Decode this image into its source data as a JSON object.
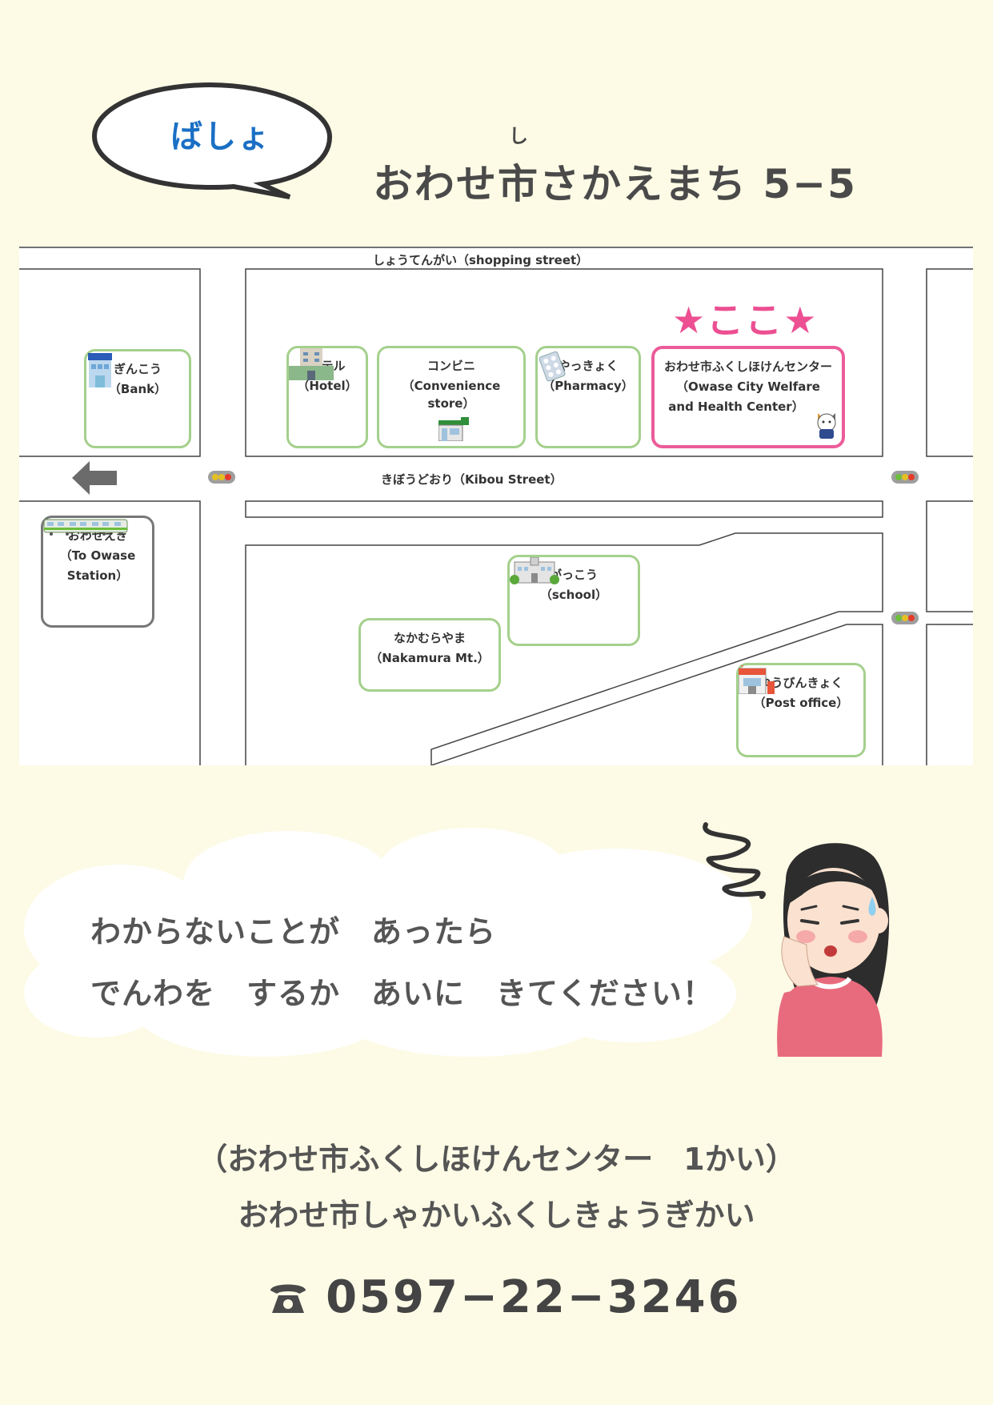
{
  "header": {
    "bubble_label": "ばしょ",
    "ruby": "し",
    "address": "おわせ市さかえまち 5−5"
  },
  "map": {
    "roads": {
      "shopping_street": "しょうてんがい（shopping street）",
      "kibou_street": "きぼうどおり（Kibou Street）"
    },
    "here_label": "★ここ★",
    "places": {
      "bank": {
        "jp": "ぎんこう",
        "en": "（Bank）"
      },
      "hotel": {
        "jp": "ホテル",
        "en": "（Hotel）"
      },
      "convenience": {
        "jp": "コンビニ",
        "en1": "（Convenience",
        "en2": "store）"
      },
      "pharmacy": {
        "jp": "やっきょく",
        "en": "（Pharmacy）"
      },
      "center": {
        "jp": "おわせ市ふくしほけんセンター",
        "en1": "（Owase City Welfare",
        "en2": "and Health Center）"
      },
      "station": {
        "jp": "おわせえき",
        "en1": "（To Owase",
        "en2": "Station）"
      },
      "school": {
        "jp": "がっこう",
        "en": "（school）"
      },
      "nakamura": {
        "jp": "なかむらやま",
        "en": "（Nakamura Mt.）"
      },
      "post": {
        "jp": "ゆうびんきょく",
        "en": "（Post office）"
      }
    },
    "icons": [
      "bank-building-icon",
      "hotel-building-icon",
      "convenience-store-icon",
      "pill-pack-icon",
      "cat-mascot-icon",
      "train-icon",
      "school-building-icon",
      "post-office-icon",
      "left-arrow-icon",
      "traffic-light-icon"
    ]
  },
  "message": {
    "line1": "わからないことが　あったら",
    "line2": "でんわを　するか　あいに　きてください！"
  },
  "footer": {
    "line1": "（おわせ市ふくしほけんセンター　1かい）",
    "line2": "おわせ市しゃかいふくしきょうぎかい",
    "phone": "0597−22−3246"
  },
  "colors": {
    "background": "#fdfbe6",
    "accent_pink": "#ec4f92",
    "label_blue": "#1a6fc4",
    "box_green": "#a4d08c"
  }
}
